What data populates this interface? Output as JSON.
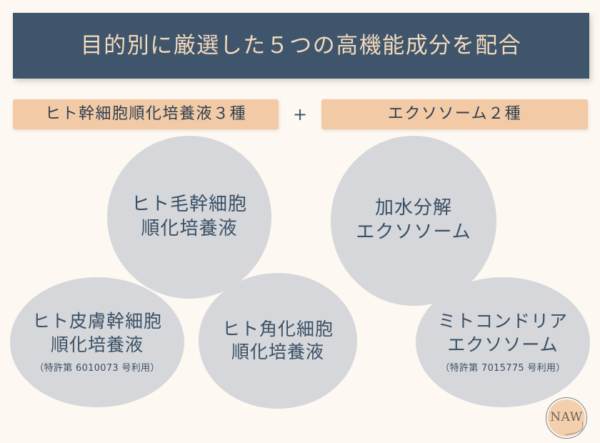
{
  "page": {
    "background_color": "#fdf8f1",
    "accent_dark": "#3f556b",
    "accent_peach": "#f2caa6",
    "bubble_fill": "#d5d7da",
    "header_text_color": "#f3d9bd"
  },
  "header": {
    "title": "目的別に厳選した５つの高機能成分を配合"
  },
  "categories": {
    "left_label": "ヒト幹細胞順化培養液３種",
    "separator": "+",
    "right_label": "エクソソーム２種"
  },
  "ingredients": [
    {
      "id": "human-hair-stem-cell",
      "line1": "ヒト毛幹細胞",
      "line2": "順化培養液",
      "note": ""
    },
    {
      "id": "hydrolyzed-exosome",
      "line1": "加水分解",
      "line2": "エクソソーム",
      "note": ""
    },
    {
      "id": "human-skin-stem-cell",
      "line1": "ヒト皮膚幹細胞",
      "line2": "順化培養液",
      "note": "（特許第 6010073 号利用）"
    },
    {
      "id": "human-keratinocyte",
      "line1": "ヒト角化細胞",
      "line2": "順化培養液",
      "note": ""
    },
    {
      "id": "mitochondria-exosome",
      "line1": "ミトコンドリア",
      "line2": "エクソソーム",
      "note": "（特許第 7015775 号利用）"
    }
  ],
  "logo": {
    "text": "NAW"
  }
}
